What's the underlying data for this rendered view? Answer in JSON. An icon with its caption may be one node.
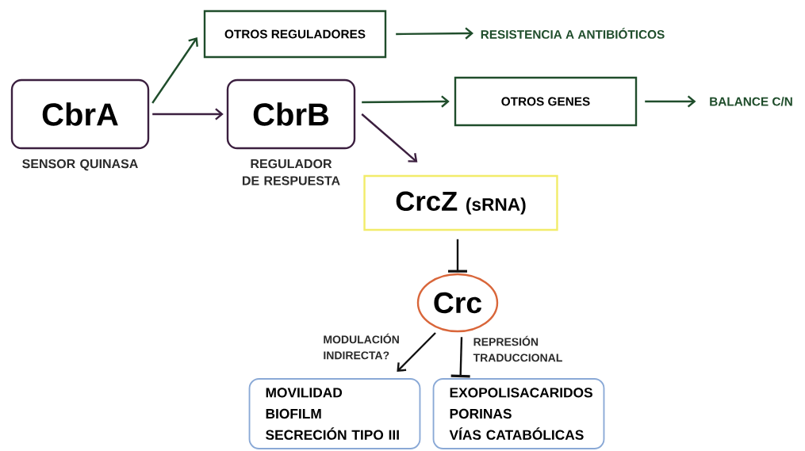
{
  "diagram": {
    "nodes": [
      {
        "text": [
          "CbrA"
        ],
        "beside": [
          "SENSOR QUINASA"
        ]
      },
      {
        "text": [
          "OTROS REGULADORES"
        ]
      },
      {
        "text": [
          "RESISTENCIA A ANTIBIÓTICOS"
        ]
      },
      {
        "text": [
          "CbrB"
        ],
        "beside": [
          "REGULADOR DE RESPUESTA"
        ]
      },
      {
        "text": [
          "OTROS GENES"
        ]
      },
      {
        "text": [
          "BALANCE C/N"
        ]
      },
      {
        "text": [
          "CrcZ",
          "(sRNA)"
        ]
      },
      {
        "text": [
          "Crc"
        ]
      },
      {
        "text": [
          "MOVILIDAD",
          "BIOFILM",
          "SECRECIÓN TIPO III"
        ]
      },
      {
        "text": [
          "EXOPOLISACARIDOS",
          "PORINAS",
          "VÍAS CATABÓLICAS"
        ]
      }
    ],
    "edges": [
      {
        "from": 0,
        "to": 1,
        "arrow": "to",
        "color": "#1f4d2b"
      },
      {
        "from": 0,
        "to": 3,
        "arrow": "to",
        "color": "#3b1f3f"
      },
      {
        "from": 1,
        "to": 2,
        "arrow": "to",
        "color": "#1f4d2b"
      },
      {
        "from": 3,
        "to": 4,
        "arrow": "to",
        "color": "#1f4d2b"
      },
      {
        "from": 4,
        "to": 5,
        "arrow": "to",
        "color": "#1f4d2b"
      },
      {
        "from": 3,
        "to": 6,
        "arrow": "to",
        "color": "#3b1f3f"
      },
      {
        "from": 6,
        "to": 7,
        "arrow": "other",
        "color": "#111111"
      },
      {
        "from": 7,
        "to": 8,
        "arrow": "to",
        "label": "MODULACIÓN INDIRECTA?",
        "color": "#111111"
      },
      {
        "from": 7,
        "to": 9,
        "arrow": "other",
        "label": "REPRESIÓN TRADUCCIONAL",
        "color": "#111111"
      }
    ]
  }
}
